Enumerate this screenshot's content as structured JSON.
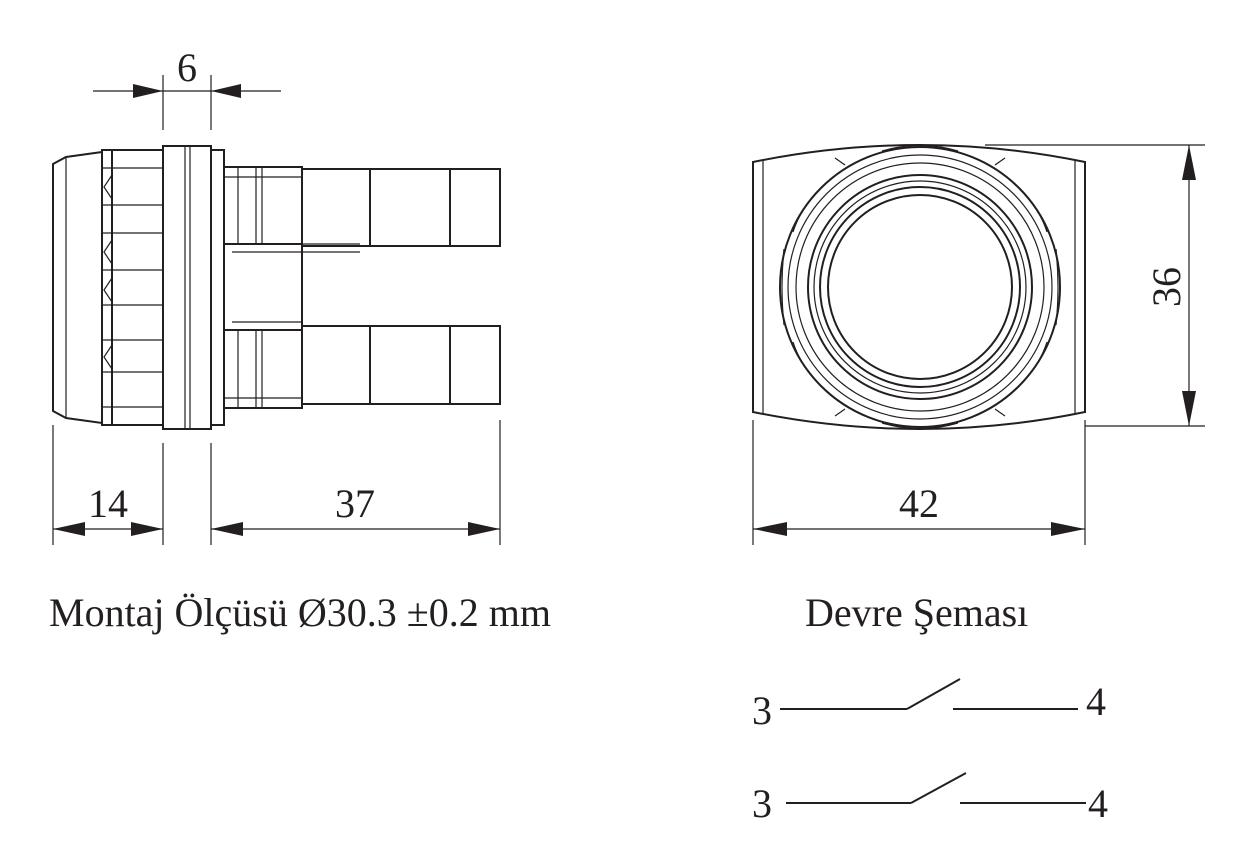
{
  "side_view": {
    "dim_top": "6",
    "dim_left": "14",
    "dim_right": "37"
  },
  "front_view": {
    "dim_height": "36",
    "dim_width": "42"
  },
  "captions": {
    "mounting": "Montaj Ölçüsü Ø30.3 ±0.2 mm",
    "circuit": "Devre Şeması"
  },
  "circuit": {
    "contacts": [
      {
        "from": "3",
        "to": "4"
      },
      {
        "from": "3",
        "to": "4"
      }
    ]
  }
}
